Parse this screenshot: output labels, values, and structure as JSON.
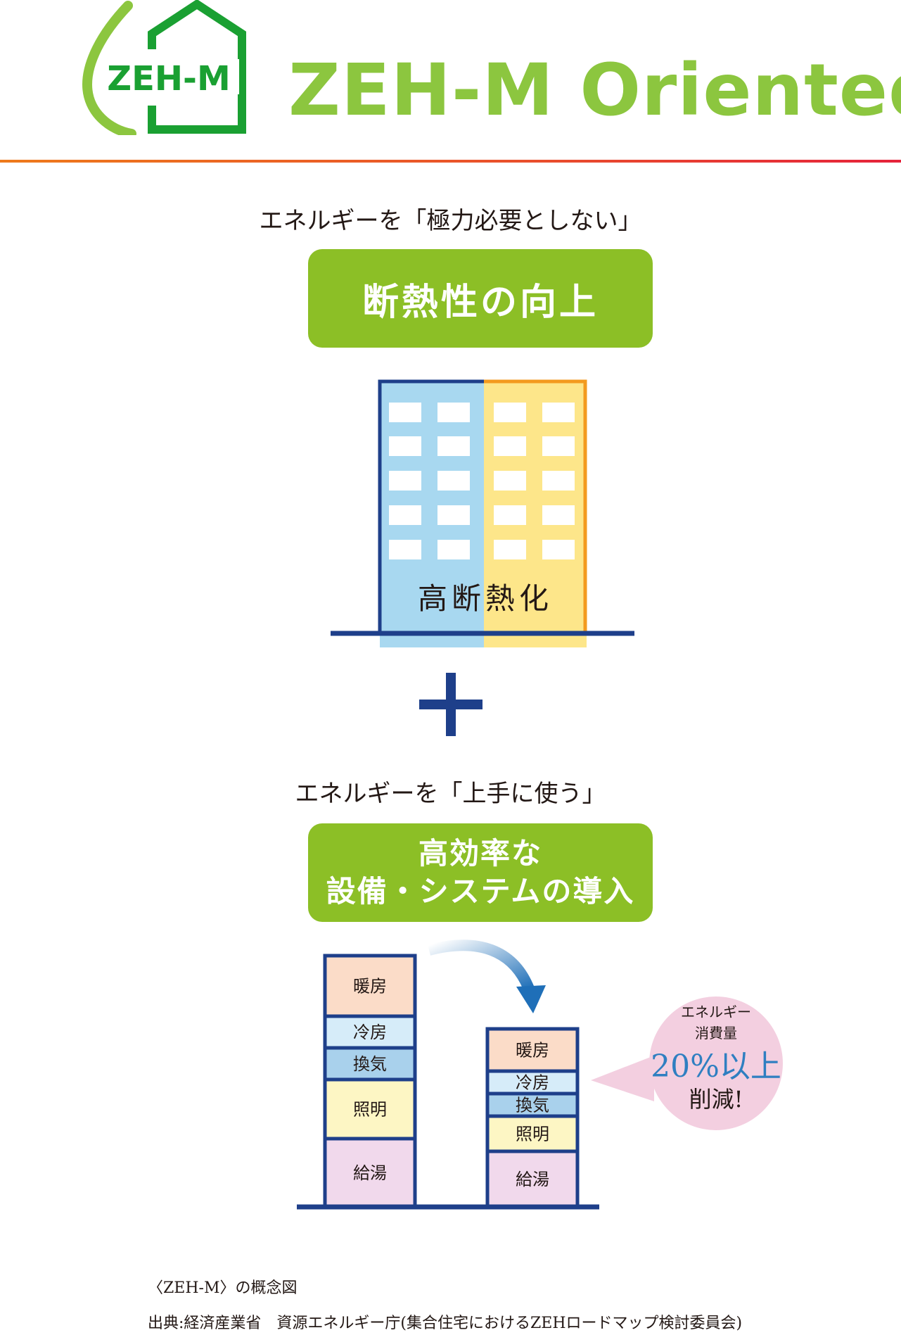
{
  "logo": {
    "text": "ZEH-M"
  },
  "header": {
    "title": "ZEH-M Oriented"
  },
  "section1": {
    "caption": "エネルギーを「極力必要としない」",
    "box_label": "断熱性の向上",
    "building_label": "高断熱化"
  },
  "section2": {
    "caption": "エネルギーを「上手に使う」",
    "box_line1": "高効率な",
    "box_line2": "設備・システムの導入"
  },
  "bars": {
    "before": [
      "暖房",
      "冷房",
      "換気",
      "照明",
      "給湯"
    ],
    "after": [
      "暖房",
      "冷房",
      "換気",
      "照明",
      "給湯"
    ]
  },
  "bubble": {
    "line1": "エネルギー",
    "line2": "消費量",
    "highlight": "20%以上",
    "line3": "削減!"
  },
  "footer": {
    "note1": "〈ZEH-M〉の概念図",
    "note2": "出典:経済産業省　資源エネルギー庁(集合住宅におけるZEHロードマップ検討委員会)"
  },
  "colors": {
    "green": "#8cbf26",
    "logo_green": "#1aa032",
    "navy": "#1e3f8a",
    "blue_fill": "#a8d8f0",
    "yellow_fill": "#fde68a",
    "orange_border": "#f39a1e",
    "heating": "#fbdcc8",
    "cooling": "#d6ecf9",
    "ventilation": "#a9d1ec",
    "lighting": "#fdf6c4",
    "hotwater": "#f1d9ec",
    "bubble": "#f3cfe0",
    "highlight_blue": "#2f7fc1"
  }
}
